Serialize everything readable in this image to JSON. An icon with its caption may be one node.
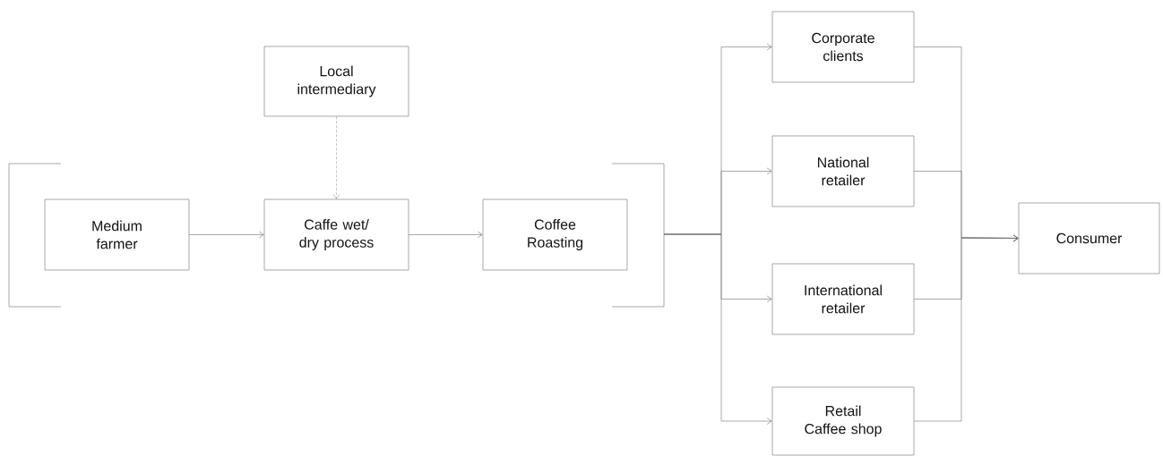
{
  "diagram": {
    "nodes": [
      {
        "text": [
          "Local intermediary"
        ]
      },
      {
        "text": [
          "Medium farmer"
        ]
      },
      {
        "text": [
          "Caffe wet/ dry process"
        ]
      },
      {
        "text": [
          "Coffee Roasting"
        ]
      },
      {
        "text": [
          "Corporate clients"
        ]
      },
      {
        "text": [
          "National retailer"
        ]
      },
      {
        "text": [
          "International retailer"
        ]
      },
      {
        "text": [
          "Retail Caffee shop"
        ]
      },
      {
        "text": [
          "Consumer"
        ]
      }
    ],
    "edges": [
      {
        "from": 0,
        "to": 2,
        "arrow": "to",
        "style": "dashed"
      },
      {
        "from": 1,
        "to": 2,
        "arrow": "to"
      },
      {
        "from": 2,
        "to": 3,
        "arrow": "to"
      },
      {
        "from": 3,
        "to": 4,
        "arrow": "to"
      },
      {
        "from": 3,
        "to": 5,
        "arrow": "to"
      },
      {
        "from": 3,
        "to": 6,
        "arrow": "to"
      },
      {
        "from": 3,
        "to": 7,
        "arrow": "to"
      },
      {
        "from": 4,
        "to": 8,
        "arrow": "to"
      },
      {
        "from": 5,
        "to": 8,
        "arrow": "to"
      },
      {
        "from": 6,
        "to": 8,
        "arrow": "to"
      },
      {
        "from": 7,
        "to": 8,
        "arrow": "to"
      }
    ]
  }
}
